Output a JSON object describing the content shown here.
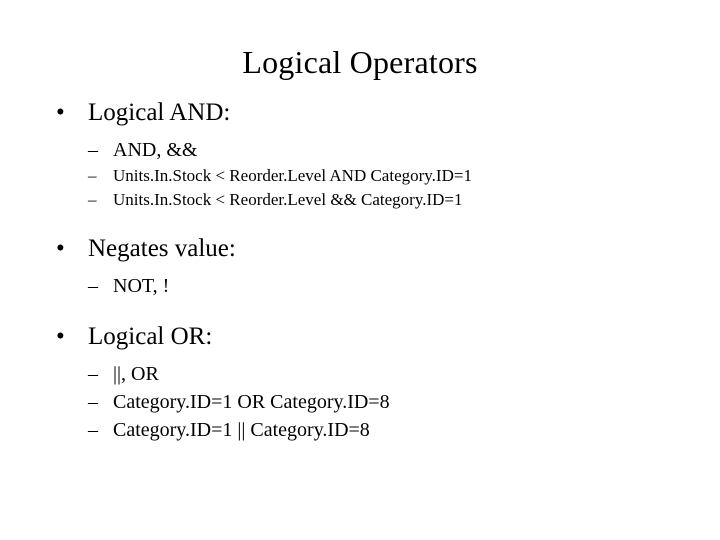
{
  "slide": {
    "title": "Logical Operators",
    "background_color": "#ffffff",
    "text_color": "#000000",
    "bullet_glyph": "•",
    "dash_glyph": "–",
    "groups": [
      {
        "heading": "Logical AND:",
        "items": [
          {
            "level": 2,
            "text": "AND, &&"
          },
          {
            "level": 3,
            "text": "Units.In.Stock < Reorder.Level AND Category.ID=1"
          },
          {
            "level": 3,
            "text": "Units.In.Stock < Reorder.Level && Category.ID=1"
          }
        ]
      },
      {
        "heading": "Negates value:",
        "items": [
          {
            "level": 2,
            "text": "NOT, !"
          }
        ]
      },
      {
        "heading": "Logical OR:",
        "items": [
          {
            "level": 2,
            "text": "||, OR"
          },
          {
            "level": 2,
            "text": "Category.ID=1 OR Category.ID=8"
          },
          {
            "level": 2,
            "text": "Category.ID=1 || Category.ID=8"
          }
        ]
      }
    ]
  }
}
